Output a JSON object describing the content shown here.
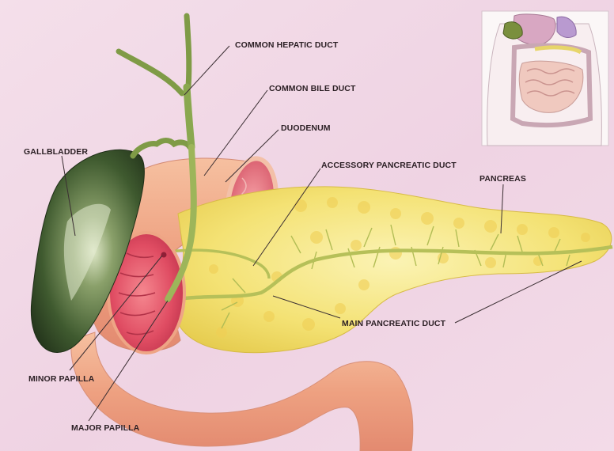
{
  "labels": {
    "common_hepatic_duct": "COMMON HEPATIC DUCT",
    "common_bile_duct": "COMMON BILE DUCT",
    "duodenum": "DUODENUM",
    "gallbladder": "GALLBLADDER",
    "accessory_pancreatic_duct": "ACCESSORY PANCREATIC DUCT",
    "pancreas": "PANCREAS",
    "main_pancreatic_duct": "MAIN PANCREATIC DUCT",
    "minor_papilla": "MINOR PAPILLA",
    "major_papilla": "MAJOR PAPILLA"
  },
  "colors": {
    "background": "#f1dbe8",
    "gallbladder": "#4f6b3d",
    "duodenum": "#eea585",
    "pancreas": "#f2e36a",
    "ducts": "#b8c55a",
    "papilla": "#d9465f"
  }
}
